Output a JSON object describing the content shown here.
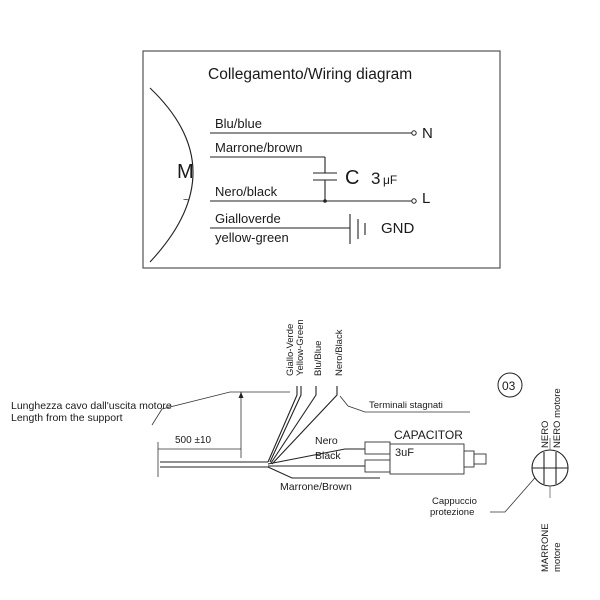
{
  "top": {
    "title": "Collegamento/Wiring diagram",
    "motor_label": "M",
    "motor_sub": "~",
    "wire_blue": "Blu/blue",
    "wire_brown": "Marrone/brown",
    "wire_black": "Nero/black",
    "wire_yg_1": "Gialloverde",
    "wire_yg_2": "yellow-green",
    "term_n": "N",
    "term_l": "L",
    "gnd": "GND",
    "cap_c": "C",
    "cap_value": "3",
    "cap_unit": "μF"
  },
  "bottom": {
    "yg_1": "Giallo-Verde",
    "yg_2": "Yellow-Green",
    "blue": "Blu/Blue",
    "black": "Nero/Black",
    "cable_len_1": "Lunghezza cavo dall'uscita motore",
    "cable_len_2": "Length from the support",
    "terminals": "Terminali stagnati",
    "dimension": "500 ±10",
    "nero": "Nero",
    "black2": "Black",
    "capacitor": "CAPACITOR",
    "cap_value": "3uF",
    "brown": "Marrone/Brown",
    "cap_protection_1": "Cappuccio",
    "cap_protection_2": "protezione",
    "badge": "03",
    "nero_v": "NERO",
    "nero_motore_v": "NERO motore",
    "marrone_v": "MARRONE",
    "motore_v": "motore"
  }
}
